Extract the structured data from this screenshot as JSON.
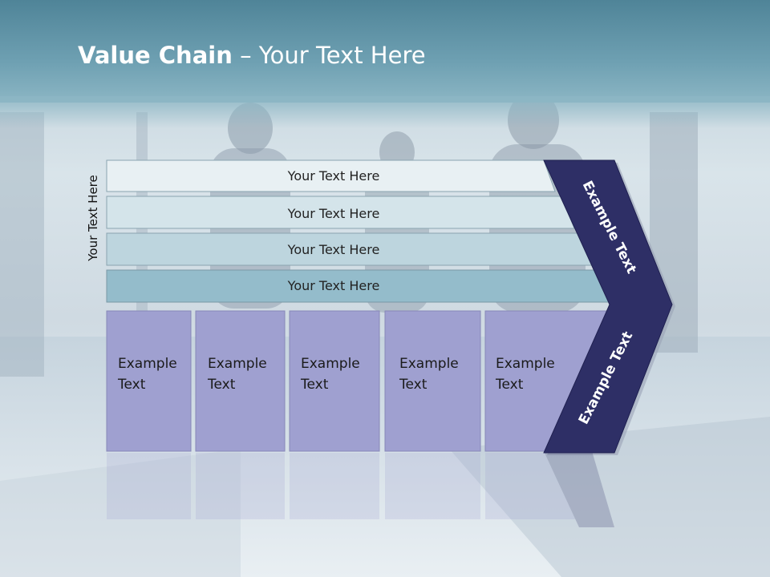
{
  "slide": {
    "title_bold": "Value Chain",
    "title_rest": " – Your Text Here",
    "side_label": "Your Text Here",
    "bars": [
      {
        "label": "Your Text Here",
        "color": "#e8f0f3"
      },
      {
        "label": "Your Text Here",
        "color": "#d4e4ea"
      },
      {
        "label": "Your Text Here",
        "color": "#bdd5de"
      },
      {
        "label": "Your Text Here",
        "color": "#94bccb"
      }
    ],
    "boxes": [
      {
        "line1": "Example",
        "line2": "Text"
      },
      {
        "line1": "Example",
        "line2": "Text"
      },
      {
        "line1": "Example",
        "line2": "Text"
      },
      {
        "line1": "Example",
        "line2": "Text"
      },
      {
        "line1": "Example",
        "line2": "Text"
      }
    ],
    "chevron_top_label": "Example Text",
    "chevron_bottom_label": "Example Text",
    "colors": {
      "box_fill": "#9fa0d0",
      "chevron_fill": "#2e2f66",
      "header": "#5a8ea2"
    }
  }
}
